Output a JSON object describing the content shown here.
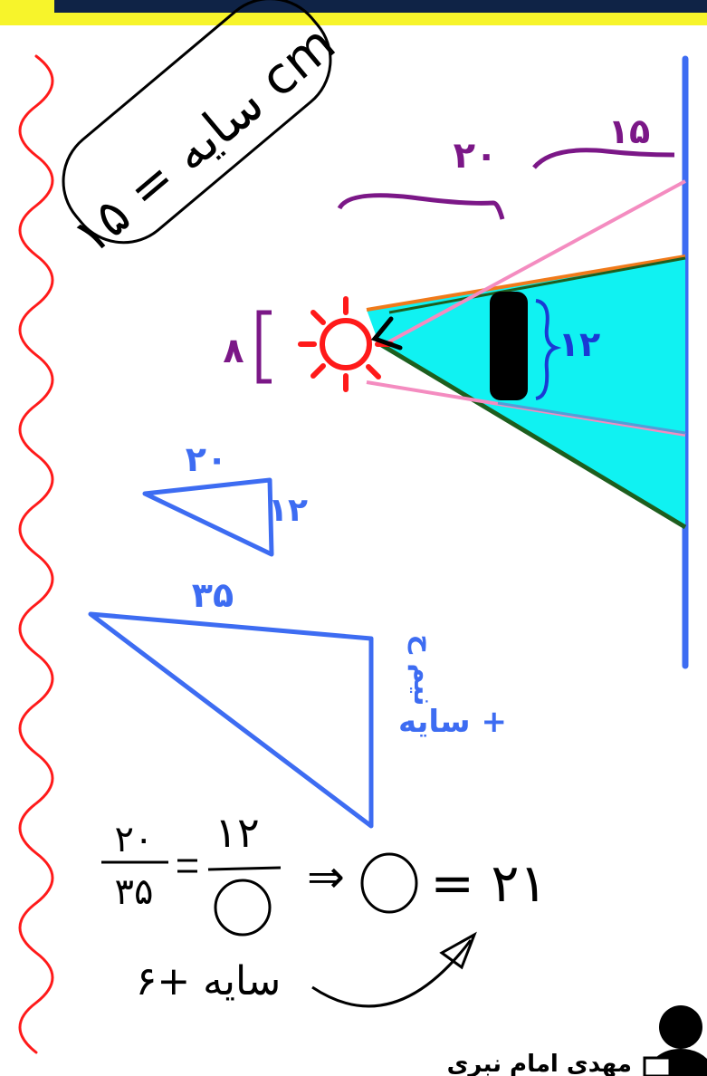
{
  "header": {
    "bar_color": "#f7f42b",
    "band_color": "#0f2346"
  },
  "colors": {
    "wave": "#ff1a1a",
    "wall": "#3d6cf2",
    "purple": "#7b1787",
    "cyan": "#10f2f2",
    "orange": "#f07a1a",
    "green": "#1e5e1e",
    "pink": "#f48cc0",
    "sun": "#ff1a1a",
    "object": "#000000"
  },
  "callout": {
    "label": "سایه = ۱۵ cm"
  },
  "dimensions": {
    "object_to_wall": "۱۵",
    "sun_to_object": "۲۰",
    "sun_height": "۸",
    "object_height": "۱۲"
  },
  "small_triangle": {
    "base": "۲۰",
    "side": "۱۲"
  },
  "large_triangle": {
    "base": "۳۵",
    "side_top": "نیم ح",
    "side_bottom": "سایه +"
  },
  "equation": {
    "frac1_num": "۲۰",
    "frac1_den": "۳۵",
    "frac2_num": "۱۲",
    "arrow": "⇒",
    "result": "= ۲۱",
    "note": "سایه +۶"
  },
  "footer": {
    "author": "مهدی امام نبری"
  }
}
